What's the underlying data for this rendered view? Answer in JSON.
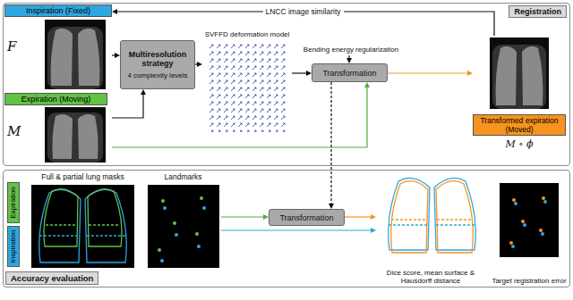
{
  "diagram": {
    "nodes": [
      {
        "text": [
          "Registration"
        ]
      },
      {
        "text": [
          "Inspiration (Fixed)",
          "F"
        ],
        "in": 0
      },
      {
        "text": [
          "Expiration (Moving)",
          "M"
        ],
        "in": 0
      },
      {
        "text": [
          "Multiresolution strategy",
          "4 complexity levels"
        ],
        "in": 0
      },
      {
        "text": [
          "SVFFD deformation model"
        ],
        "in": 0
      },
      {
        "text": [
          "Bending energy regularization"
        ],
        "in": 0
      },
      {
        "text": [
          "Transformation"
        ],
        "in": 0
      },
      {
        "text": [
          "Transformed expiration (Moved)",
          "M ∘ ϕ"
        ],
        "in": 0
      },
      {
        "text": [
          "Accuracy evaluation"
        ]
      },
      {
        "text": [
          "Expiration"
        ],
        "in": 8
      },
      {
        "text": [
          "Inspiration"
        ],
        "in": 8
      },
      {
        "text": [
          "Full & partial lung masks"
        ],
        "in": 8
      },
      {
        "text": [
          "Landmarks"
        ],
        "in": 8
      },
      {
        "text": [
          "Transformation"
        ],
        "in": 8
      },
      {
        "text": [
          "Dice score, mean surface & Hausdorff distance"
        ],
        "in": 8
      },
      {
        "text": [
          "Target registration error"
        ],
        "in": 8
      }
    ],
    "edges": [
      {
        "from": 1,
        "to": 3,
        "arrow": "to"
      },
      {
        "from": 2,
        "to": 3,
        "arrow": "to"
      },
      {
        "from": 3,
        "to": 4,
        "arrow": "to"
      },
      {
        "from": 4,
        "to": 6,
        "arrow": "to"
      },
      {
        "from": 5,
        "to": 6,
        "arrow": "to"
      },
      {
        "from": 2,
        "to": 6,
        "arrow": "to"
      },
      {
        "from": 6,
        "to": 7,
        "arrow": "to"
      },
      {
        "from": 7,
        "to": 1,
        "label": "LNCC image similarity",
        "arrow": "to"
      },
      {
        "from": 6,
        "to": 13,
        "arrow": "to"
      },
      {
        "from": 12,
        "to": 13,
        "arrow": "to"
      },
      {
        "from": 13,
        "to": 14,
        "arrow": "to"
      },
      {
        "from": 12,
        "to": 14,
        "arrow": "to"
      }
    ]
  }
}
